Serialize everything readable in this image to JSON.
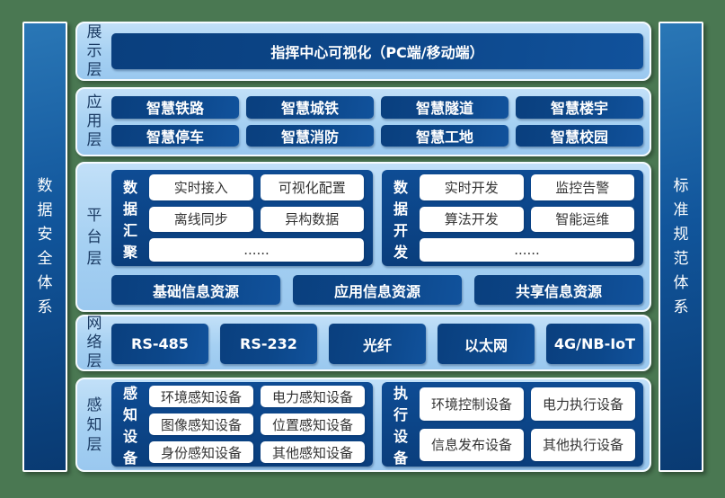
{
  "colors": {
    "background_green": "#4a7852",
    "panel_light_blue": "#a5d0f2",
    "box_dark_blue": "#0c478a",
    "panel_border_white": "#f6fbff",
    "label_navy": "#1b3b63"
  },
  "side_bars": {
    "left": "数据安全体系",
    "right": "标准规范体系"
  },
  "layers": [
    {
      "label": "展示层",
      "box": "指挥中心可视化（PC端/移动端）"
    },
    {
      "label": "应用层",
      "items": [
        "智慧铁路",
        "智慧城铁",
        "智慧隧道",
        "智慧楼宇",
        "智慧停车",
        "智慧消防",
        "智慧工地",
        "智慧校园"
      ]
    },
    {
      "label": "平台层",
      "groups": [
        {
          "label": "数据汇聚",
          "items": [
            "实时接入",
            "可视化配置",
            "离线同步",
            "异构数据",
            "......"
          ]
        },
        {
          "label": "数据开发",
          "items": [
            "实时开发",
            "监控告警",
            "算法开发",
            "智能运维",
            "......"
          ]
        }
      ],
      "bottom": [
        "基础信息资源",
        "应用信息资源",
        "共享信息资源"
      ]
    },
    {
      "label": "网络层",
      "items": [
        "RS-485",
        "RS-232",
        "光纤",
        "以太网",
        "4G/NB-IoT"
      ]
    },
    {
      "label": "感知层",
      "groups": [
        {
          "label": "感知设备",
          "items": [
            "环境感知设备",
            "电力感知设备",
            "图像感知设备",
            "位置感知设备",
            "身份感知设备",
            "其他感知设备"
          ]
        },
        {
          "label": "执行设备",
          "items": [
            "环境控制设备",
            "电力执行设备",
            "信息发布设备",
            "其他执行设备"
          ]
        }
      ]
    }
  ]
}
